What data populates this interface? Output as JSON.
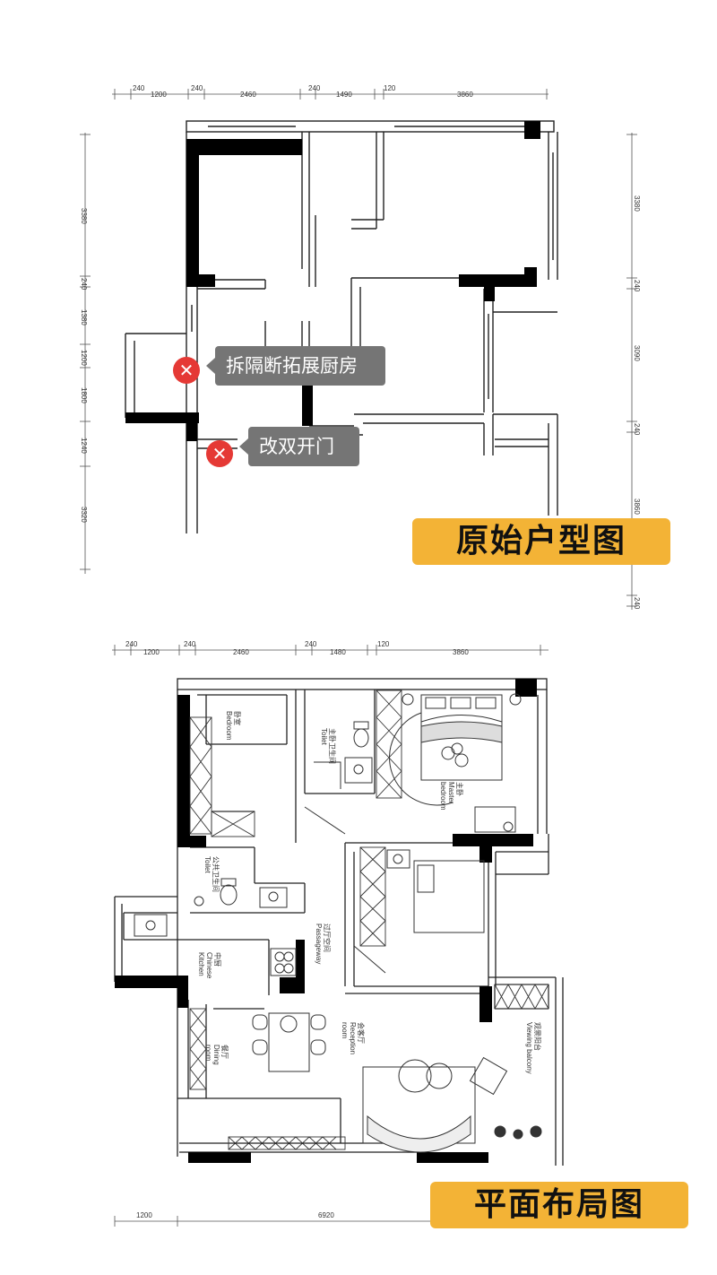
{
  "top_plan": {
    "top_dims": [
      "240",
      "1200",
      "240",
      "2460",
      "240",
      "1490",
      "120",
      "3860"
    ],
    "left_dims": [
      "3380",
      "240",
      "1380",
      "1200",
      "1800",
      "1240",
      "3320"
    ],
    "right_dims": [
      "3380",
      "240",
      "3090",
      "240",
      "3860",
      "240"
    ],
    "annotations": {
      "kitchen_note": "拆隔断拓展厨房",
      "door_note": "改双开门"
    },
    "badge": "原始户型图"
  },
  "bottom_plan": {
    "top_dims": [
      "240",
      "1200",
      "240",
      "2460",
      "240",
      "1480",
      "120",
      "3860"
    ],
    "bottom_dims": [
      "1200",
      "6920"
    ],
    "rooms": {
      "bedroom": [
        "卧室",
        "Bedroom"
      ],
      "master_toilet": [
        "主卧卫生间",
        "Toilet"
      ],
      "master_bedroom": [
        "主卧",
        "Master",
        "bedroom"
      ],
      "public_toilet": [
        "公共卫生间",
        "Toilet"
      ],
      "passageway": [
        "过厅空间",
        "Passageway"
      ],
      "kitchen": [
        "中厨",
        "Chinese",
        "Kitchen"
      ],
      "dining": [
        "餐厅",
        "Dining",
        "room"
      ],
      "reception": [
        "会客厅",
        "Reception",
        "room"
      ],
      "viewing_balcony": [
        "观景阳台",
        "Viewing balcony"
      ]
    },
    "badge": "平面布局图"
  },
  "colors": {
    "badge_bg": "#f3b336",
    "bubble_bg": "#757575",
    "x_mark": "#e53935",
    "wall": "#000000"
  }
}
